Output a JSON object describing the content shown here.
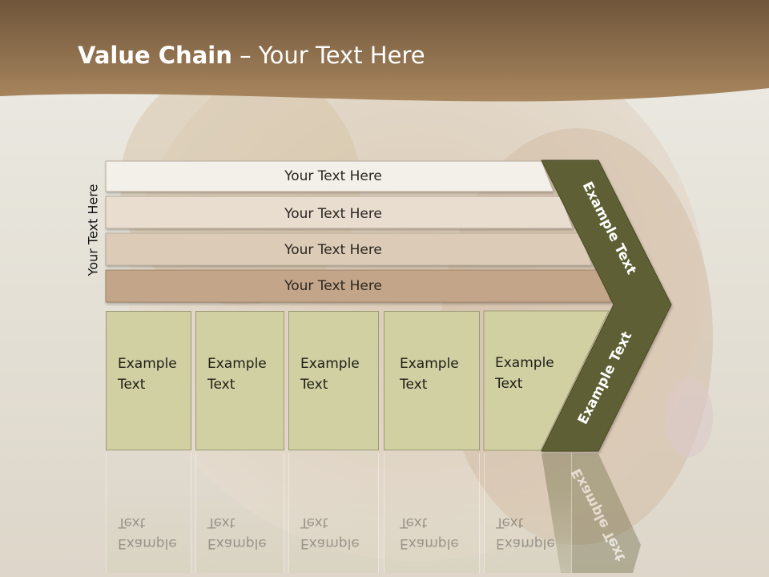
{
  "slide": {
    "title_bold": "Value Chain",
    "title_rest": " – Your Text Here",
    "side_label": "Your Text Here",
    "bars": [
      {
        "label": "Your Text Here",
        "color": "#f3efe9"
      },
      {
        "label": "Your Text Here",
        "color": "#e9ddd0"
      },
      {
        "label": "Your Text Here",
        "color": "#dccbb6"
      },
      {
        "label": "Your Text Here",
        "color": "#c3a689"
      }
    ],
    "boxes": [
      {
        "line1": "Example",
        "line2": "Text"
      },
      {
        "line1": "Example",
        "line2": "Text"
      },
      {
        "line1": "Example",
        "line2": "Text"
      },
      {
        "line1": "Example",
        "line2": "Text"
      },
      {
        "line1": "Example",
        "line2": "Text"
      }
    ],
    "chevron_top_text": "Example Text",
    "chevron_bottom_text": "Example Text",
    "colors": {
      "header": "#8f6c46",
      "chevron": "#5f5f34",
      "box": "#d1d0a2"
    }
  }
}
